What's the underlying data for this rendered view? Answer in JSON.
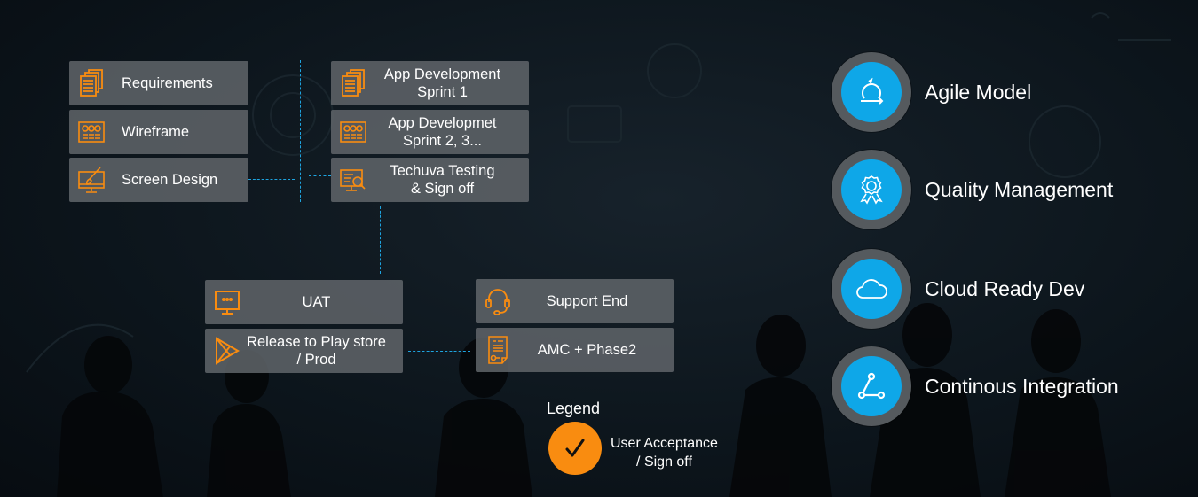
{
  "colors": {
    "accent_orange": "#f98c10",
    "accent_blue": "#0ea7e8",
    "connector": "#1ea4e0",
    "box_bg": "#60656a",
    "ring": "#555a5e"
  },
  "left_column": [
    {
      "label": "Requirements",
      "icon": "documents-icon"
    },
    {
      "label": "Wireframe",
      "icon": "wireframe-icon"
    },
    {
      "label": "Screen Design",
      "icon": "design-monitor-icon"
    }
  ],
  "middle_column": [
    {
      "line1": "App Development",
      "line2": "Sprint 1",
      "icon": "documents-icon"
    },
    {
      "line1": "App Developmet",
      "line2": "Sprint 2, 3...",
      "icon": "wireframe-icon"
    },
    {
      "line1": "Techuva Testing",
      "line2": "& Sign off",
      "icon": "testing-monitor-icon"
    }
  ],
  "bottom_left": [
    {
      "line1": "UAT",
      "line2": "",
      "icon": "monitor-icon"
    },
    {
      "line1": "Release to Play store",
      "line2": "/ Prod",
      "icon": "play-store-icon"
    }
  ],
  "bottom_right": [
    {
      "label": "Support End",
      "icon": "headset-icon"
    },
    {
      "label": "AMC + Phase2",
      "icon": "contract-icon"
    }
  ],
  "legend": {
    "title": "Legend",
    "line1": "User Acceptance",
    "line2": "/ Sign off",
    "icon": "checkmark-icon"
  },
  "features": [
    {
      "label": "Agile Model",
      "icon": "agile-cycle-icon"
    },
    {
      "label": "Quality Management",
      "icon": "award-badge-icon"
    },
    {
      "label": "Cloud Ready Dev",
      "icon": "cloud-icon"
    },
    {
      "label": "Continous Integration",
      "icon": "integration-triangle-icon"
    }
  ]
}
